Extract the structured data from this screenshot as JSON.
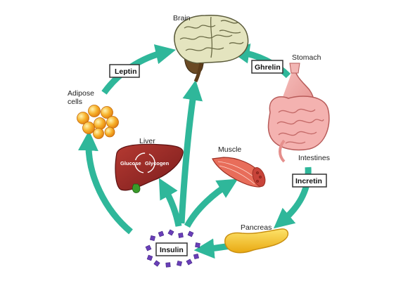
{
  "labels": {
    "brain": "Brain",
    "stomach": "Stomach",
    "adipose_line1": "Adipose",
    "adipose_line2": "cells",
    "liver": "Liver",
    "muscle": "Muscle",
    "intestines": "Intestines",
    "pancreas": "Pancreas"
  },
  "hormones": {
    "leptin": "Leptin",
    "ghrelin": "Ghrelin",
    "incretin": "Incretin",
    "insulin": "Insulin"
  },
  "liver_text": {
    "glucose": "Glucose",
    "glycogen": "Glycogen"
  },
  "colors": {
    "arrow": "#2fb79a",
    "brain": "#e4e4bf",
    "liver": "#8f2424",
    "pancreas": "#f2c21e",
    "intestine": "#f0a8a8",
    "fat": "#f7b12a",
    "insulin_dots": "#6a3fb8"
  }
}
